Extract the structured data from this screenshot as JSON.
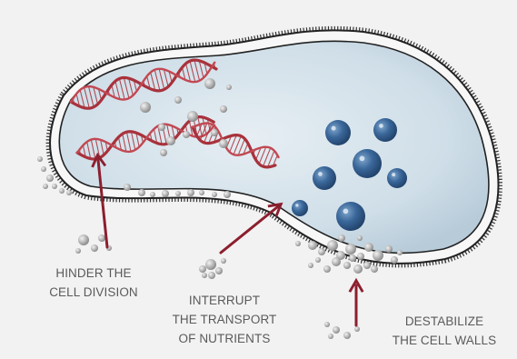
{
  "labels": {
    "hinder": [
      "HINDER THE",
      "CELL DIVISION"
    ],
    "interrupt": [
      "INTERRUPT",
      "THE TRANSPORT",
      "OF NUTRIENTS"
    ],
    "destabilize": [
      "DESTABILIZE",
      "THE CELL WALLS"
    ]
  },
  "colors": {
    "background": "#f2f2f2",
    "cell_interior": "#ccdce6",
    "cell_wall": "#2b2b2b",
    "dna": "#a8323c",
    "arrow": "#8c1e2e",
    "particle": "#a8a8a8",
    "nutrient_sphere": "#2f5a86",
    "text": "#5a5a5a"
  },
  "icons": {
    "arrows": [
      "arrow-up-icon",
      "arrow-up-right-icon",
      "arrow-up-icon"
    ],
    "dna": "dna-double-helix-icon",
    "sphere": "nutrient-sphere-icon",
    "particle": "nanoparticle-icon"
  }
}
